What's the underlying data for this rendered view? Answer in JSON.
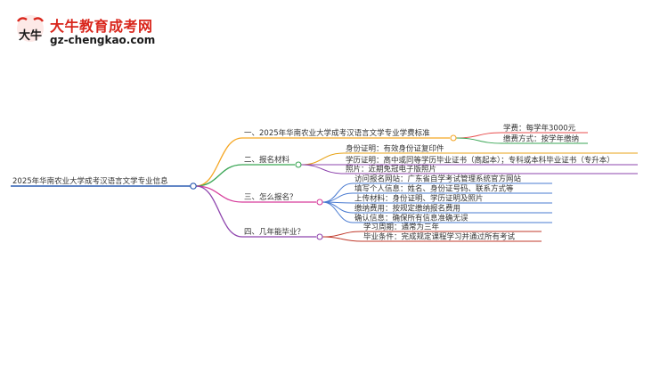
{
  "brand": {
    "name": "大牛教育成考网",
    "url": "gz-chengkao.com",
    "logo_glyph": "大牛",
    "accent": "#d9261c"
  },
  "root": "2025年华南农业大学成考汉语言文学专业信息",
  "branches": [
    {
      "label": "一、2025年华南农业大学成考汉语言文学专业学费标准",
      "color": "#f5a623",
      "leaf_color": "#e84d4d",
      "children": [
        "学费：每学年3000元",
        "缴费方式：按学年缴纳"
      ]
    },
    {
      "label": "二、报名材料",
      "color": "#3aa655",
      "leaf_color": "#8e44ad",
      "children": [
        "身份证明：有效身份证复印件",
        "学历证明：高中或同等学历毕业证书（高起本）；专科或本科毕业证书（专升本）",
        "照片：近期免冠电子版照片"
      ]
    },
    {
      "label": "三、怎么报名？",
      "color": "#d63a9a",
      "leaf_color": "#4a7bd1",
      "children": [
        "访问报名网站：广东省自学考试管理系统官方网站",
        "填写个人信息：姓名、身份证号码、联系方式等",
        "上传材料：身份证明、学历证明及照片",
        "缴纳费用：按规定缴纳报名费用",
        "确认信息：确保所有信息准确无误"
      ]
    },
    {
      "label": "四、几年能毕业？",
      "color": "#8e44ad",
      "leaf_color": "#c0392b",
      "children": [
        "学习周期：通常为三年",
        "毕业条件：完成规定课程学习并通过所有考试"
      ]
    }
  ],
  "colors": {
    "root_line": "#2f5fb3",
    "leaf_accent_2": "#3aa655",
    "leaf_accent_3": "#e8a317"
  }
}
